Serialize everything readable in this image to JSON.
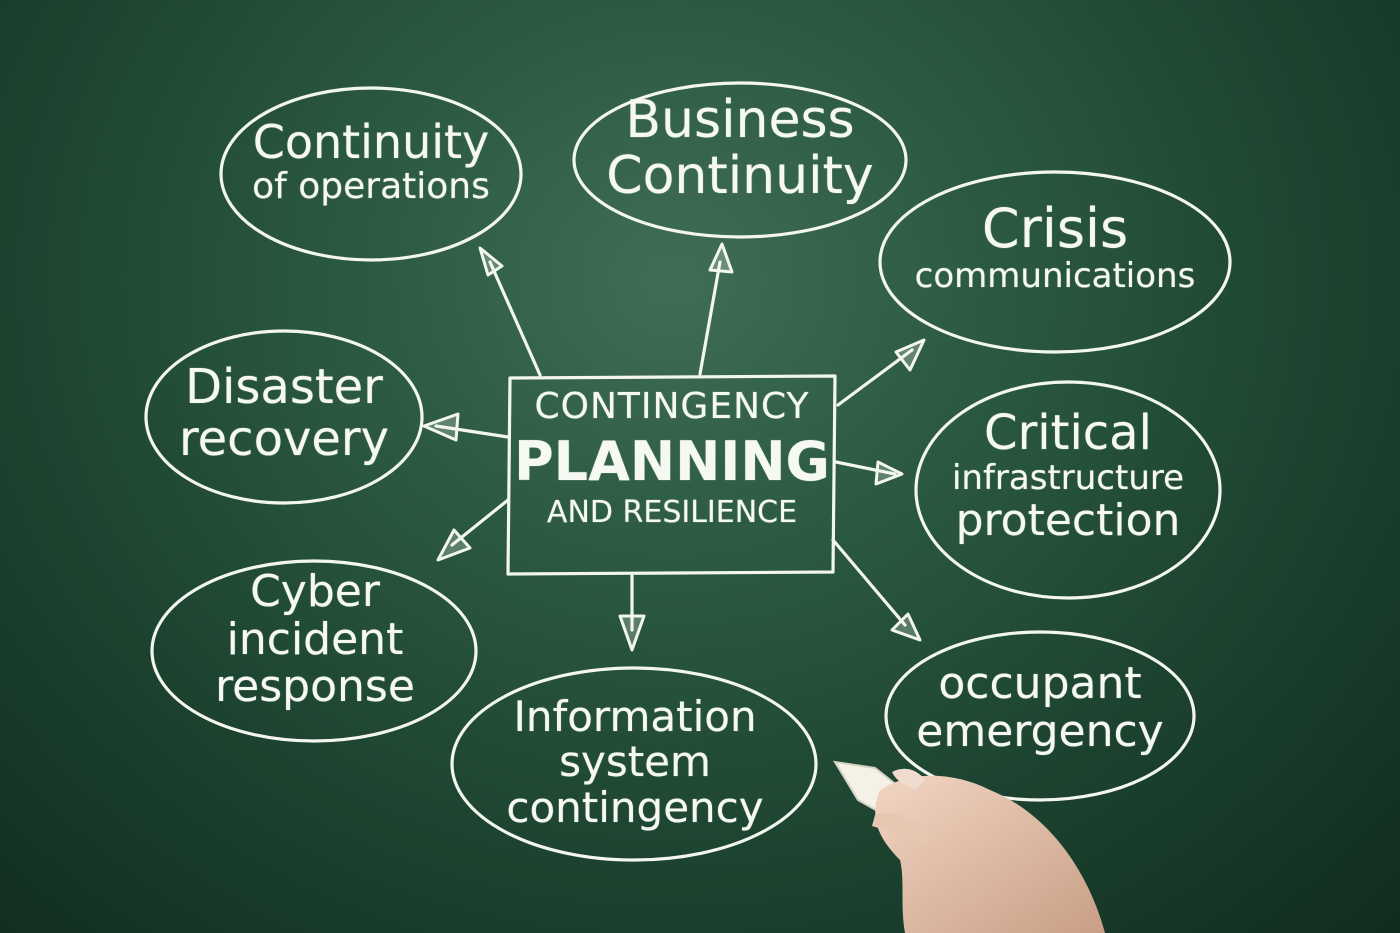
{
  "center": {
    "line1": "CONTINGENCY",
    "line2": "PLANNING",
    "line3": "AND RESILIENCE"
  },
  "nodes": [
    {
      "id": "continuity-of-operations",
      "lines": [
        "Continuity",
        "of operations"
      ]
    },
    {
      "id": "business-continuity",
      "lines": [
        "Business",
        "Continuity"
      ]
    },
    {
      "id": "crisis-communications",
      "lines": [
        "Crisis",
        "communications"
      ]
    },
    {
      "id": "critical-infrastructure-protection",
      "lines": [
        "Critical",
        "infrastructure",
        "protection"
      ]
    },
    {
      "id": "occupant-emergency",
      "lines": [
        "occupant",
        "emergency"
      ]
    },
    {
      "id": "information-system-contingency",
      "lines": [
        "Information",
        "system",
        "contingency"
      ]
    },
    {
      "id": "cyber-incident-response",
      "lines": [
        "Cyber",
        "incident",
        "response"
      ]
    },
    {
      "id": "disaster-recovery",
      "lines": [
        "Disaster",
        "recovery"
      ]
    }
  ],
  "colors": {
    "board": "#2c5a41",
    "chalk": "#f6f8f2"
  }
}
